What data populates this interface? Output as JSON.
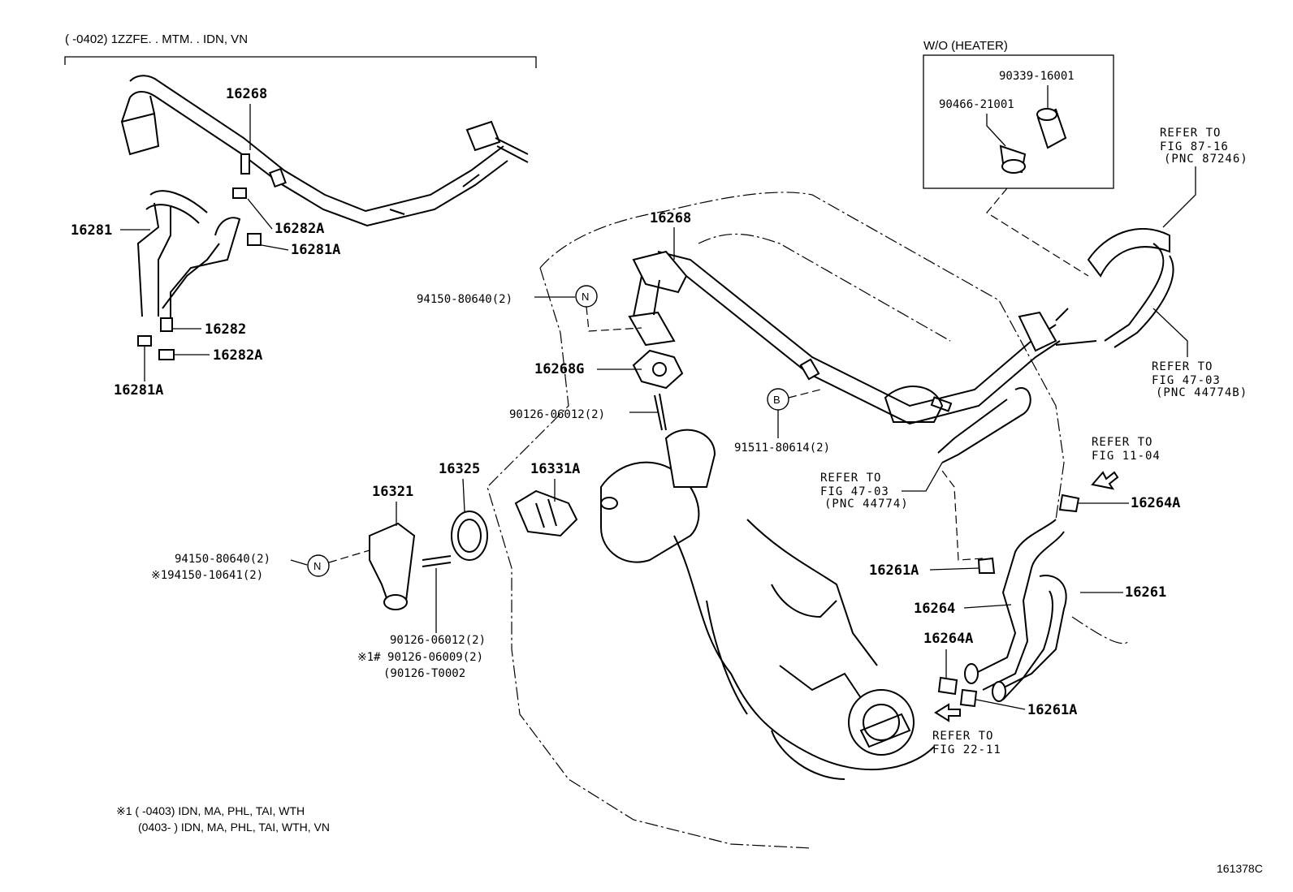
{
  "header": {
    "range": "(      -0402) 1ZZFE. . MTM. . IDN, VN",
    "heater_box": "W/O (HEATER)"
  },
  "parts": {
    "p16268_top": "16268",
    "p16281": "16281",
    "p16282A_a": "16282A",
    "p16281A_a": "16281A",
    "p16282": "16282",
    "p16282A_b": "16282A",
    "p16281A_b": "16281A",
    "p16268_main": "16268",
    "p94150_n1": "94150-80640(2)",
    "p16268G": "16268G",
    "p90126_a": "90126-06012(2)",
    "p16325": "16325",
    "p16331A": "16331A",
    "p16321": "16321",
    "p94150_n2": "94150-80640(2)",
    "p194150": "※194150-10641(2)",
    "p90126_b": "90126-06012(2)",
    "p90126_c": "※1# 90126-06009(2)",
    "p90126_d": "(90126-T0002",
    "p91511": "91511-80614(2)",
    "p90339": "90339-16001",
    "p90466": "90466-21001",
    "p16264A_a": "16264A",
    "p16261A_a": "16261A",
    "p16261": "16261",
    "p16264": "16264",
    "p16264A_b": "16264A",
    "p16261A_b": "16261A"
  },
  "markers": {
    "n": "N",
    "b": "B"
  },
  "refs": {
    "r87_l1": "REFER TO",
    "r87_l2": "FIG 87-16",
    "r87_l3": "(PNC 87246)",
    "r47b_l1": "REFER TO",
    "r47b_l2": "FIG 47-03",
    "r47b_l3": "(PNC 44774B)",
    "r47_l1": "REFER TO",
    "r47_l2": "FIG 47-03",
    "r47_l3": "(PNC 44774)",
    "r11_l1": "REFER TO",
    "r11_l2": "FIG 11-04",
    "r22_l1": "REFER TO",
    "r22_l2": "FIG 22-11"
  },
  "notes": {
    "n1": "※1 (       -0403) IDN, MA, PHL, TAI, WTH",
    "n2": "(0403-        ) IDN, MA, PHL, TAI, WTH, VN"
  },
  "figure_id": "161378C"
}
